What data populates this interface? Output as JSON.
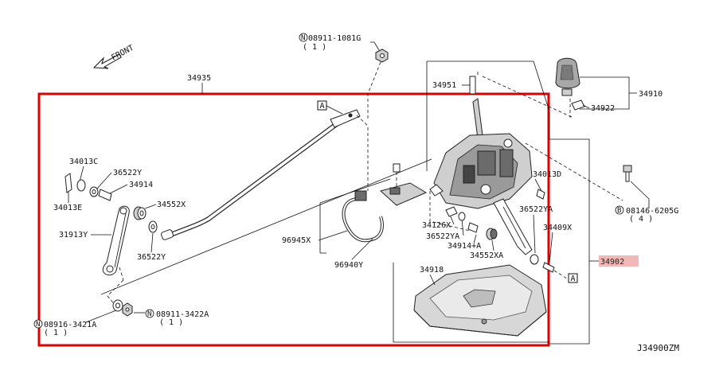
{
  "diagram": {
    "front_label": "FRONT",
    "reference_code": "J34900ZM",
    "box_marker": "A",
    "highlight_color": "#e00000",
    "highlight_part_fill": "#f2b8b8",
    "parts": {
      "p34935": "34935",
      "p34013c": "34013C",
      "p36522y_top": "36522Y",
      "p34914": "34914",
      "p34013e": "34013E",
      "p34552x": "34552X",
      "p31913y": "31913Y",
      "p36522y_bottom": "36522Y",
      "p96945x": "96945X",
      "p96940y": "96940Y",
      "p34951": "34951",
      "p34910": "34910",
      "p34922": "34922",
      "p34013d": "34013D",
      "p36522ya": "36522YA",
      "p34126x": "34126X",
      "p36522ya_2": "36522YA",
      "p34914a": "34914+A",
      "p34552xa": "34552XA",
      "p34409x": "34409X",
      "p34918": "34918",
      "p34902": "34902"
    },
    "fasteners": {
      "nut_top_prefix": "N",
      "nut_top": "08911-1081G",
      "nut_top_qty": "( 1 )",
      "bolt_right_prefix": "B",
      "bolt_right": "08146-6205G",
      "bolt_right_qty": "( 4 )",
      "washer_bl_prefix": "N",
      "washer_bl": "08916-3421A",
      "washer_bl_qty": "( 1 )",
      "nut_bl_prefix": "N",
      "nut_bl": "08911-3422A",
      "nut_bl_qty": "( 1 )"
    }
  }
}
